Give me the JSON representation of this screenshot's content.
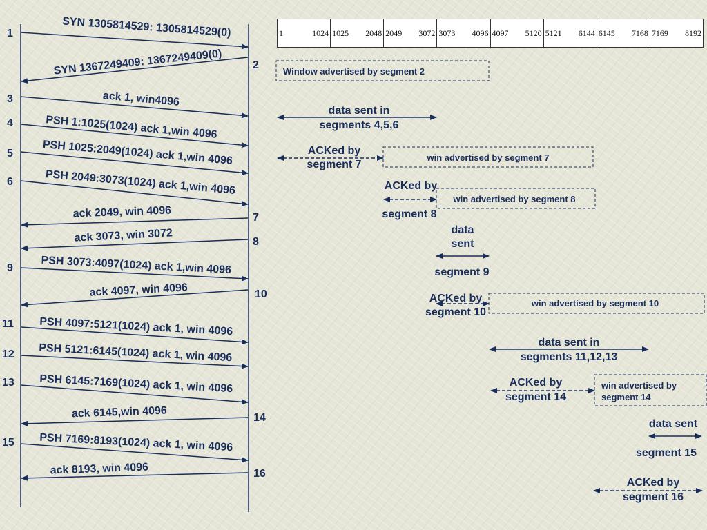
{
  "colors": {
    "ink": "#1a2e5c",
    "background": "#e6e6d8",
    "table_background": "#ffffff"
  },
  "sequence_ranges": [
    {
      "start": "1",
      "end": "1024"
    },
    {
      "start": "1025",
      "end": "2048"
    },
    {
      "start": "2049",
      "end": "3072"
    },
    {
      "start": "3073",
      "end": "4096"
    },
    {
      "start": "4097",
      "end": "5120"
    },
    {
      "start": "5121",
      "end": "6144"
    },
    {
      "start": "6145",
      "end": "7168"
    },
    {
      "start": "7169",
      "end": "8192"
    }
  ],
  "segments": [
    {
      "num": "1",
      "label": "SYN 1305814529: 1305814529(0)",
      "direction": "right"
    },
    {
      "num": "2",
      "label": "SYN 1367249409: 1367249409(0)",
      "direction": "left"
    },
    {
      "num": "3",
      "label": "ack 1, win4096",
      "direction": "right"
    },
    {
      "num": "4",
      "label": "PSH 1:1025(1024) ack 1,win 4096",
      "direction": "right"
    },
    {
      "num": "5",
      "label": "PSH 1025:2049(1024) ack 1,win 4096",
      "direction": "right"
    },
    {
      "num": "6",
      "label": "PSH 2049:3073(1024) ack 1,win 4096",
      "direction": "right"
    },
    {
      "num": "7",
      "label": "ack 2049, win 4096",
      "direction": "left"
    },
    {
      "num": "8",
      "label": "ack 3073, win 3072",
      "direction": "left"
    },
    {
      "num": "9",
      "label": "PSH 3073:4097(1024) ack 1,win 4096",
      "direction": "right"
    },
    {
      "num": "10",
      "label": "ack 4097, win 4096",
      "direction": "left"
    },
    {
      "num": "11",
      "label": "PSH 4097:5121(1024) ack 1, win 4096",
      "direction": "right"
    },
    {
      "num": "12",
      "label": "PSH 5121:6145(1024) ack 1, win 4096",
      "direction": "right"
    },
    {
      "num": "13",
      "label": "PSH 6145:7169(1024) ack 1, win 4096",
      "direction": "right"
    },
    {
      "num": "14",
      "label": "ack 6145,win 4096",
      "direction": "left"
    },
    {
      "num": "15",
      "label": "PSH 7169:8193(1024) ack 1, win 4096",
      "direction": "right"
    },
    {
      "num": "16",
      "label": "ack 8193, win 4096",
      "direction": "left"
    }
  ],
  "window_boxes": [
    {
      "text": "Window advertised by segment 2"
    },
    {
      "text": "win advertised by segment 7"
    },
    {
      "text": "win advertised by segment 8"
    },
    {
      "text": "win advertised by segment 10"
    },
    {
      "text": "win advertised by",
      "text2": "segment 14"
    }
  ],
  "annotations": [
    {
      "line1": "data sent in",
      "line2": "segments 4,5,6"
    },
    {
      "line1": "ACKed by",
      "line2": "segment 7"
    },
    {
      "line1": "ACKed by",
      "line2": "segment 8"
    },
    {
      "line1": "data",
      "line2": "sent",
      "line3": "segment 9"
    },
    {
      "line1": "ACKed by",
      "line2": "segment 10"
    },
    {
      "line1": "data sent in",
      "line2": "segments 11,12,13"
    },
    {
      "line1": "ACKed by",
      "line2": "segment 14"
    },
    {
      "line1": "data sent",
      "line2": "segment 15"
    },
    {
      "line1": "ACKed by",
      "line2": "segment 16"
    }
  ]
}
